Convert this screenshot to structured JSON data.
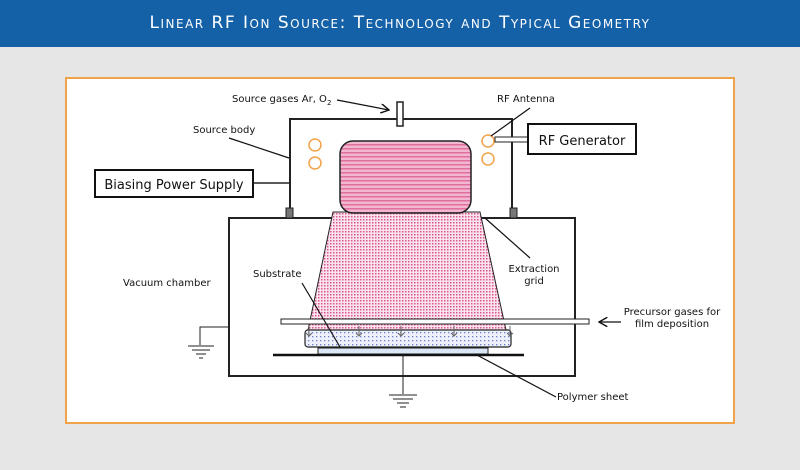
{
  "title": "Linear RF Ion Source: Technology and Typical Geometry",
  "labels": {
    "source_gases": "Source gases Ar, O",
    "source_gases_sub": "2",
    "rf_antenna": "RF Antenna",
    "source_body": "Source body",
    "rf_generator": "RF Generator",
    "biasing_power_supply": "Biasing Power Supply",
    "vacuum_chamber": "Vacuum chamber",
    "extraction_grid_1": "Extraction",
    "extraction_grid_2": "grid",
    "substrate": "Substrate",
    "precursor_1": "Precursor gases for",
    "precursor_2": "film deposition",
    "polymer_sheet": "Polymer sheet"
  },
  "colors": {
    "header": "#1461a8",
    "frame": "#f2a24a",
    "coil": "#f2a24a",
    "plasma": "#e27aa8"
  }
}
